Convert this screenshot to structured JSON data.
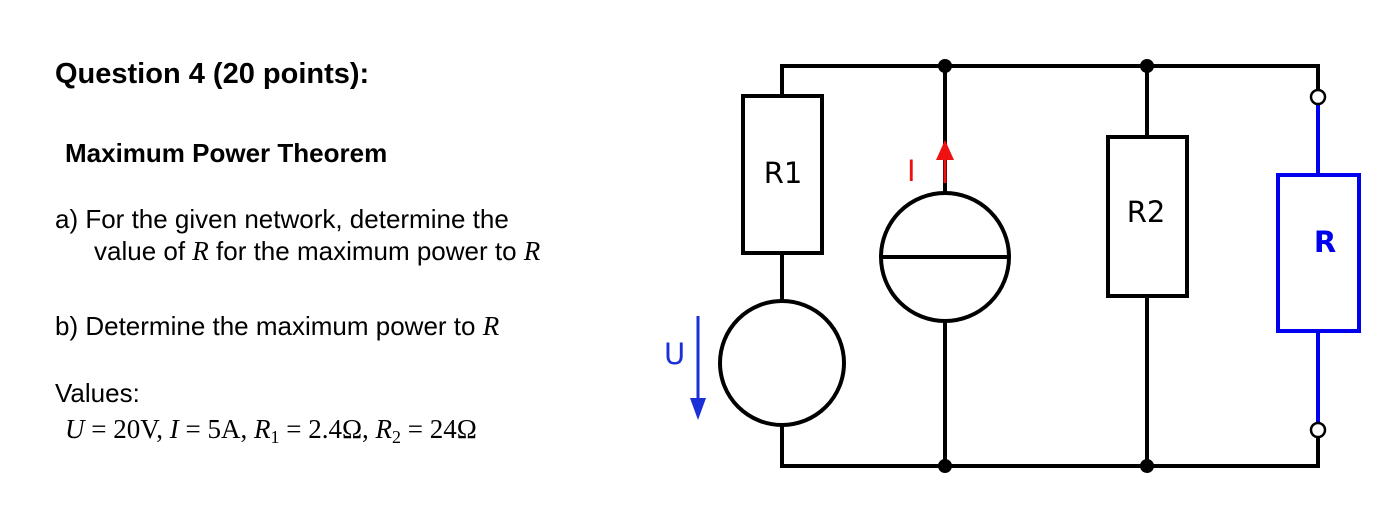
{
  "question": {
    "title": "Question 4 (20 points):",
    "subtitle": "Maximum Power Theorem"
  },
  "part_a": {
    "line1_text": "a) For the given network, determine the",
    "line2_text_1": "value of ",
    "line2_var_1": "R",
    "line2_text_2": " for the maximum power to ",
    "line2_var_2": "R"
  },
  "part_b": {
    "text": "b) Determine the maximum power to ",
    "var": "R"
  },
  "values": {
    "label": "Values:",
    "U_sym": "U",
    "U_val": " = 20V, ",
    "I_sym": "I",
    "I_val": " = 5A, ",
    "R1_sym": "R",
    "R1_sub": "1",
    "R1_val": " = 2.4Ω, ",
    "R2_sym": "R",
    "R2_sub": "2",
    "R2_val": " = 24Ω"
  },
  "circuit": {
    "labels": {
      "R1": "R1",
      "R2": "R2",
      "R_load": "R",
      "I": "I",
      "U": "U"
    },
    "colors": {
      "wire": "#000000",
      "load": "#0000ee",
      "current_source_label": "#ee1111",
      "voltage_label": "#1a2fd6"
    }
  }
}
